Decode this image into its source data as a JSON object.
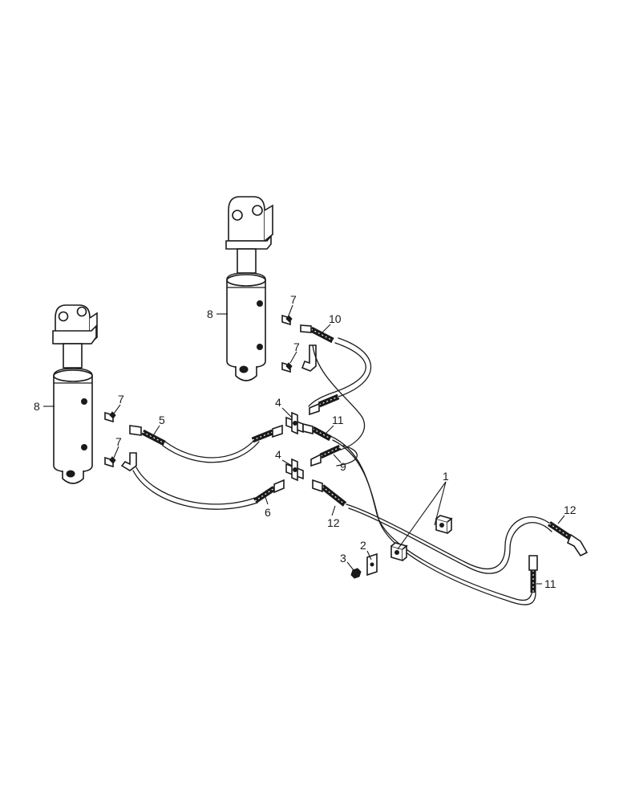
{
  "callouts": {
    "c1": "1",
    "c2": "2",
    "c3": "3",
    "c4a": "4",
    "c4b": "4",
    "c5": "5",
    "c6": "6",
    "c7a": "7",
    "c7b": "7",
    "c7c": "7",
    "c7d": "7",
    "c8a": "8",
    "c8b": "8",
    "c9": "9",
    "c10": "10",
    "c11a": "11",
    "c11b": "11",
    "c12a": "12",
    "c12b": "12"
  },
  "colors": {
    "ink": "#1a1a1a",
    "paper": "#ffffff"
  }
}
